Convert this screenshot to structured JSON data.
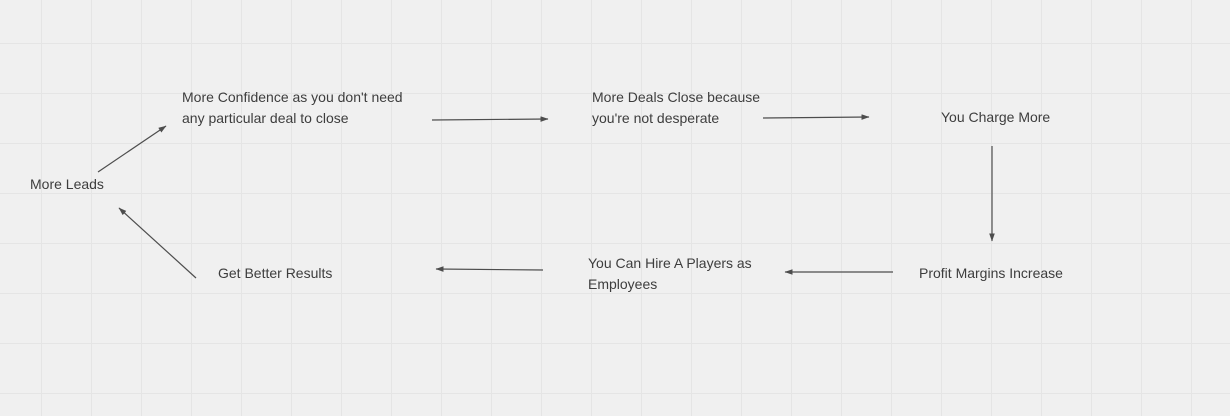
{
  "canvas": {
    "background_color": "#f0f0f0",
    "grid_color": "#e5e5e5",
    "text_color": "#3d3d3d",
    "arrow_color": "#4d4d4d"
  },
  "diagram": {
    "type": "causal-loop-flywheel",
    "nodes": [
      {
        "id": "more-leads",
        "label": "More Leads"
      },
      {
        "id": "more-confidence",
        "label": "More Confidence as you don't need\nany particular deal to close"
      },
      {
        "id": "more-deals-close",
        "label": "More Deals Close because\nyou're not desperate"
      },
      {
        "id": "you-charge-more",
        "label": "You Charge More"
      },
      {
        "id": "profit-margins-increase",
        "label": "Profit Margins Increase"
      },
      {
        "id": "hire-a-players",
        "label": "You Can Hire A Players as\nEmployees"
      },
      {
        "id": "get-better-results",
        "label": "Get Better Results"
      }
    ],
    "connections": [
      {
        "from": "more-leads",
        "to": "more-confidence"
      },
      {
        "from": "more-confidence",
        "to": "more-deals-close"
      },
      {
        "from": "more-deals-close",
        "to": "you-charge-more"
      },
      {
        "from": "you-charge-more",
        "to": "profit-margins-increase"
      },
      {
        "from": "profit-margins-increase",
        "to": "hire-a-players"
      },
      {
        "from": "hire-a-players",
        "to": "get-better-results"
      },
      {
        "from": "get-better-results",
        "to": "more-leads"
      }
    ]
  }
}
